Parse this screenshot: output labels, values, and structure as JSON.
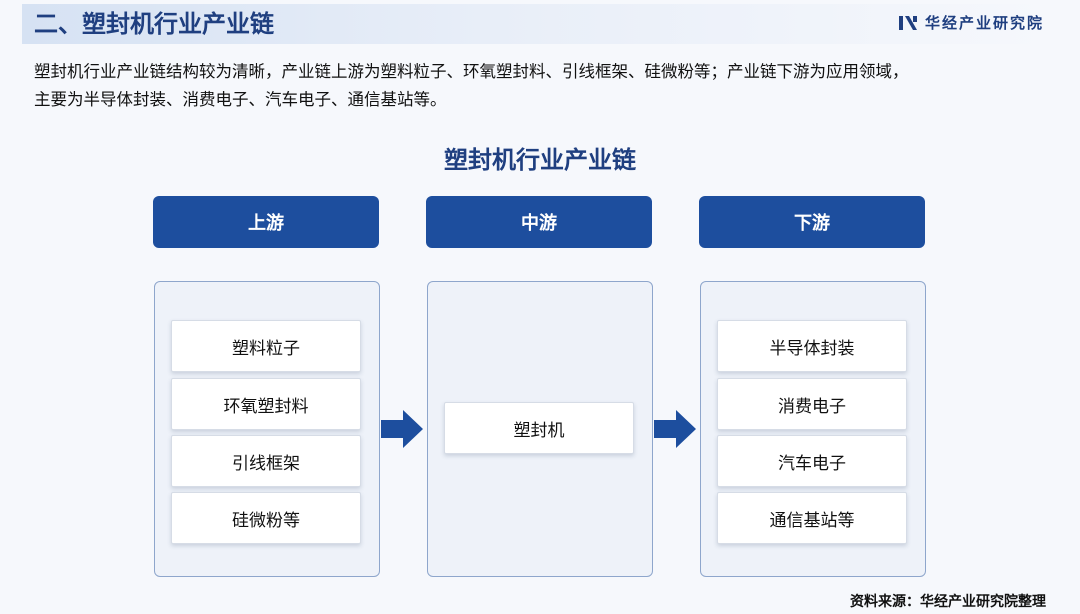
{
  "header": {
    "section_title": "二、塑封机行业产业链",
    "brand_name": "华经产业研究院"
  },
  "intro": {
    "line1": "塑封机行业产业链结构较为清晰，产业链上游为塑料粒子、环氧塑封料、引线框架、硅微粉等；产业链下游为应用领域，",
    "line2": "主要为半导体封装、消费电子、汽车电子、通信基站等。"
  },
  "diagram": {
    "title": "塑封机行业产业链",
    "upstream": {
      "label": "上游",
      "items": [
        "塑料粒子",
        "环氧塑封料",
        "引线框架",
        "硅微粉等"
      ]
    },
    "midstream": {
      "label": "中游",
      "items": [
        "塑封机"
      ]
    },
    "downstream": {
      "label": "下游",
      "items": [
        "半导体封装",
        "消费电子",
        "汽车电子",
        "通信基站等"
      ]
    }
  },
  "footer": {
    "source": "资料来源：华经产业研究院整理"
  },
  "colors": {
    "primary": "#1d4e9e",
    "title_text": "#1f3f80",
    "panel_bg": "#eef2f9",
    "panel_border": "#8ea6cc"
  }
}
